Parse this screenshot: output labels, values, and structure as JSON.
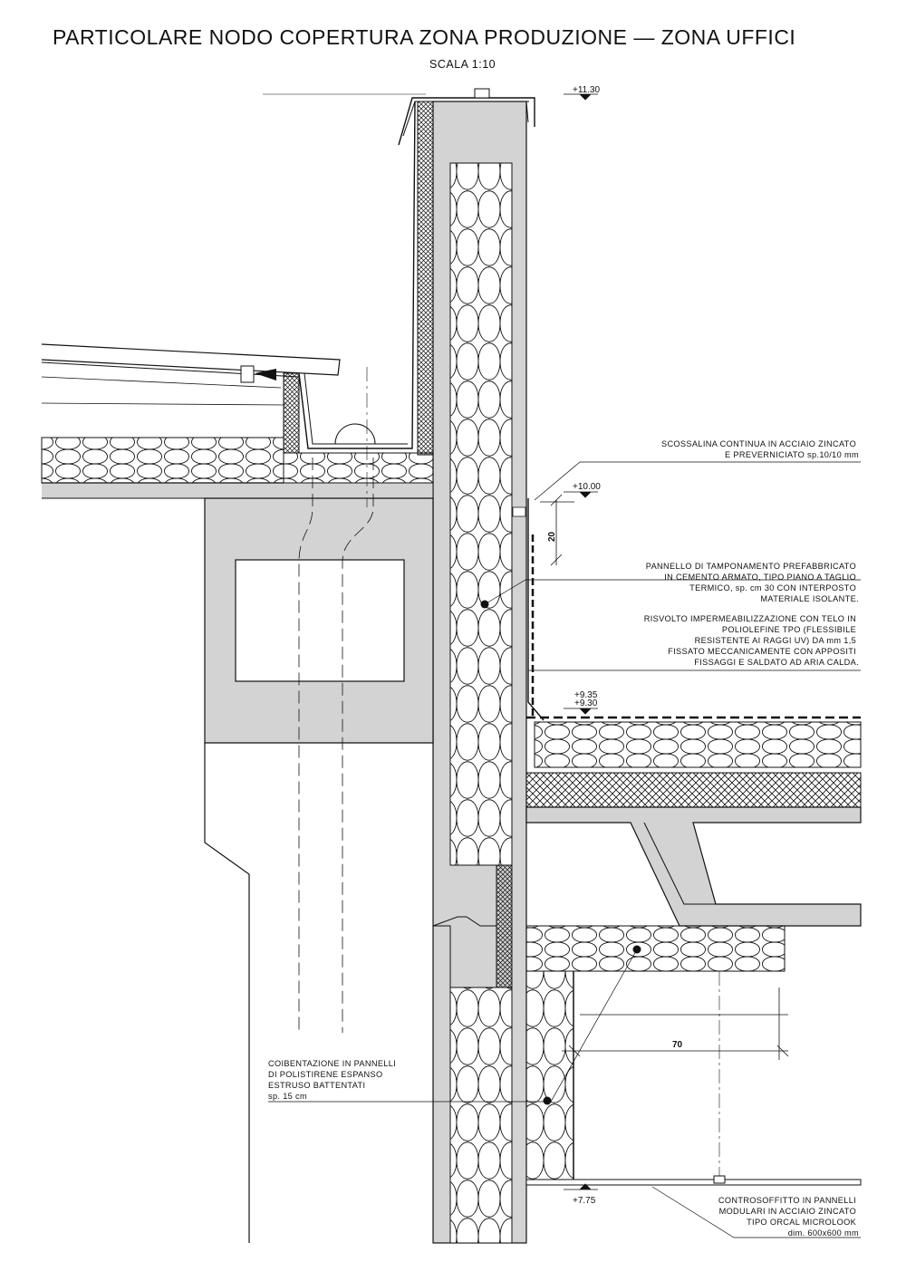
{
  "title": "PARTICOLARE NODO  COPERTURA ZONA  PRODUZIONE — ZONA UFFICI",
  "scale": "SCALA  1:10",
  "levels": {
    "top": "+11.30",
    "flashing": "+10.00",
    "roof_a": "+9.35",
    "roof_b": "+9.30",
    "ceiling": "+7.75"
  },
  "dimensions": {
    "flashing_height": "20",
    "ceiling_offset": "70"
  },
  "notes": {
    "scossalina": [
      "SCOSSALINA CONTINUA IN ACCIAIO ZINCATO",
      "E PREVERNICIATO sp.10/10 mm"
    ],
    "pannello": [
      "PANNELLO DI TAMPONAMENTO PREFABBRICATO",
      "IN CEMENTO ARMATO, TIPO PIANO A TAGLIO",
      "TERMICO, sp. cm 30 CON INTERPOSTO",
      "MATERIALE ISOLANTE."
    ],
    "risvolto": [
      "RISVOLTO IMPERMEABILIZZAZIONE CON TELO IN",
      "POLIOLEFINE TPO (FLESSIBILE",
      "RESISTENTE AI RAGGI UV) DA mm 1,5",
      "FISSATO MECCANICAMENTE CON APPOSITI",
      "FISSAGGI E SALDATO AD ARIA CALDA."
    ],
    "coibentazione": [
      "COIBENTAZIONE IN PANNELLI",
      "DI POLISTIRENE ESPANSO",
      "ESTRUSO BATTENTATI",
      "sp.  15 cm"
    ],
    "controsoffitto": [
      "CONTROSOFFITTO IN PANNELLI",
      "MODULARI IN ACCIAIO ZINCATO",
      "TIPO ORCAL MICROLOOK",
      "dim.  600x600 mm"
    ]
  },
  "colors": {
    "concrete": "#d3d3d3",
    "line": "#111111",
    "background": "#ffffff"
  }
}
